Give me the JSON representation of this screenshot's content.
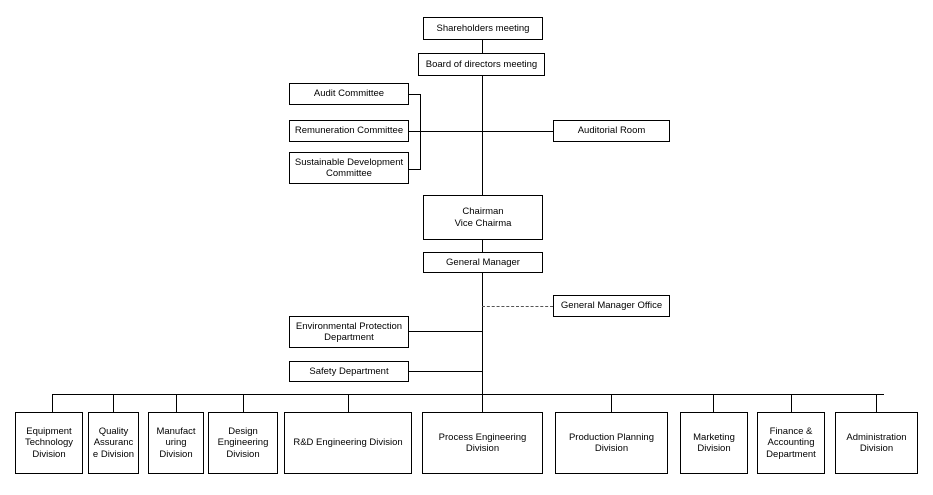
{
  "chart_data": {
    "type": "diagram",
    "title": "Corporate Organization Chart",
    "orientation": "top-down",
    "node_count": 21
  },
  "nodes": {
    "shareholders_meeting": "Shareholders meeting",
    "board_of_directors": "Board of directors meeting",
    "audit_committee": "Audit Committee",
    "remuneration_committee": "Remuneration Committee",
    "sustainable_development_committee": "Sustainable Development Committee",
    "auditorial_room": "Auditorial Room",
    "chairman": "Chairman\nVice Chairma",
    "general_manager": "General Manager",
    "general_manager_office": "General Manager Office",
    "environmental_protection_department": "Environmental Protection Department",
    "safety_department": "Safety Department"
  },
  "divisions": [
    {
      "key": "equipment-technology-division",
      "label": "Equipment Technology Division"
    },
    {
      "key": "quality-assurance-division",
      "label": "Quality Assuranc e Division"
    },
    {
      "key": "manufacturing-division",
      "label": "Manufact uring Division"
    },
    {
      "key": "design-engineering-division",
      "label": "Design Engineering Division"
    },
    {
      "key": "rd-engineering-division",
      "label": "R&D Engineering Division"
    },
    {
      "key": "process-engineering-division",
      "label": "Process Engineering Division"
    },
    {
      "key": "production-planning-division",
      "label": "Production Planning Division"
    },
    {
      "key": "marketing-division",
      "label": "Marketing Division"
    },
    {
      "key": "finance-accounting-department",
      "label": "Finance & Accounting Department"
    },
    {
      "key": "administration-division",
      "label": "Administration Division"
    }
  ],
  "colors": {
    "box_border": "#000000",
    "box_fill": "#ffffff",
    "connector": "#000000",
    "dashed_connector": "#555555",
    "text": "#000000"
  }
}
